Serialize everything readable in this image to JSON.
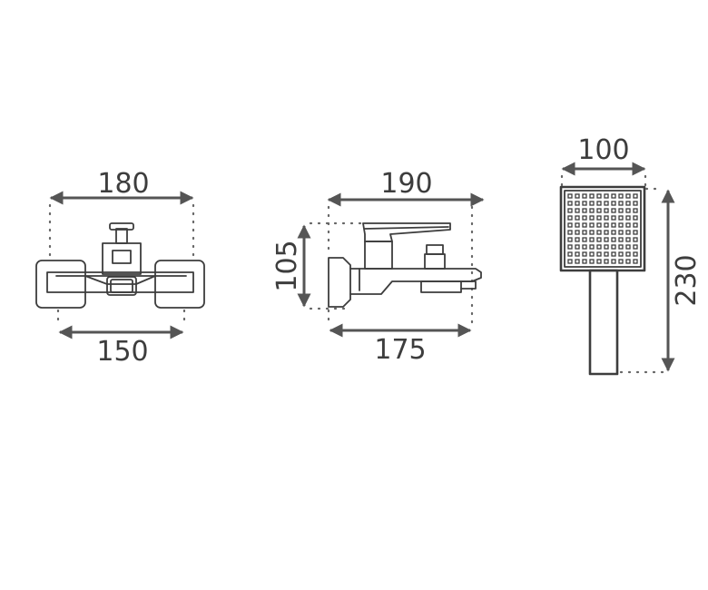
{
  "dimensions": {
    "front_width_top": "180",
    "front_width_bottom": "150",
    "side_width_top": "190",
    "side_height": "105",
    "side_width_bottom": "175",
    "head_width": "100",
    "head_height": "230"
  },
  "colors": {
    "line": "#3d3d3d",
    "dimension": "#555555",
    "background": "#ffffff"
  }
}
